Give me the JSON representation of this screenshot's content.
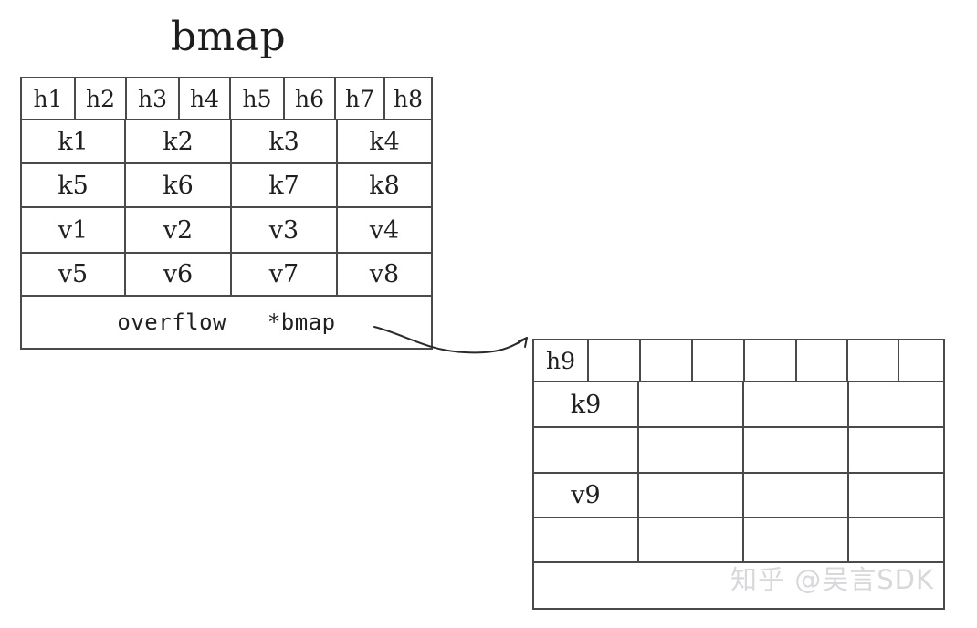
{
  "diagram": {
    "title": "bmap",
    "watermark": "知乎 @吴言SDK",
    "arrow": {
      "name": "overflow-pointer-arrow",
      "from_label": "*bmap",
      "to_label": "h9"
    },
    "bmap_table": {
      "name": "bmap-bucket",
      "header_cells": [
        "h1",
        "h2",
        "h3",
        "h4",
        "h5",
        "h6",
        "h7",
        "h8"
      ],
      "key_rows": [
        [
          "k1",
          "k2",
          "k3",
          "k4"
        ],
        [
          "k5",
          "k6",
          "k7",
          "k8"
        ]
      ],
      "value_rows": [
        [
          "v1",
          "v2",
          "v3",
          "v4"
        ],
        [
          "v5",
          "v6",
          "v7",
          "v8"
        ]
      ],
      "overflow_label": "overflow   *bmap"
    },
    "overflow_table": {
      "name": "overflow-bucket",
      "header_cells": [
        "h9",
        "",
        "",
        "",
        "",
        "",
        "",
        ""
      ],
      "key_rows": [
        [
          "k9",
          "",
          "",
          ""
        ],
        [
          "",
          "",
          "",
          ""
        ]
      ],
      "value_rows": [
        [
          "v9",
          "",
          "",
          ""
        ],
        [
          "",
          "",
          "",
          ""
        ]
      ],
      "overflow_label": ""
    }
  },
  "colors": {
    "stroke": "#4a4a4a",
    "text": "#1f1f1f",
    "background": "#ffffff",
    "watermark": "#d8d8dc"
  }
}
